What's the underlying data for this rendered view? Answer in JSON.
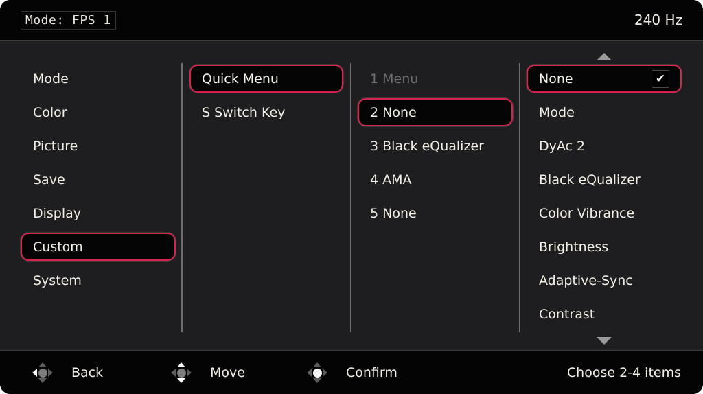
{
  "colors": {
    "accent": "#d5234d"
  },
  "header": {
    "title": "Mode: FPS 1",
    "refresh_rate": "240 Hz"
  },
  "columns": {
    "menu": {
      "items": [
        {
          "label": "Mode"
        },
        {
          "label": "Color"
        },
        {
          "label": "Picture"
        },
        {
          "label": "Save"
        },
        {
          "label": "Display"
        },
        {
          "label": "Custom",
          "selected": true
        },
        {
          "label": "System"
        }
      ]
    },
    "submenu": {
      "items": [
        {
          "label": "Quick Menu",
          "selected": true
        },
        {
          "label": "S Switch Key"
        }
      ]
    },
    "slots": {
      "items": [
        {
          "label": "1 Menu",
          "disabled": true
        },
        {
          "label": "2 None",
          "selected": true
        },
        {
          "label": "3 Black eQualizer"
        },
        {
          "label": "4 AMA"
        },
        {
          "label": "5 None"
        }
      ]
    },
    "options": {
      "items": [
        {
          "label": "None",
          "selected": true,
          "checked": true
        },
        {
          "label": "Mode"
        },
        {
          "label": "DyAc 2"
        },
        {
          "label": "Black eQualizer"
        },
        {
          "label": "Color Vibrance"
        },
        {
          "label": "Brightness"
        },
        {
          "label": "Adaptive-Sync"
        },
        {
          "label": "Contrast"
        }
      ],
      "checkmark_glyph": "✔"
    }
  },
  "footer": {
    "back_label": "Back",
    "move_label": "Move",
    "confirm_label": "Confirm",
    "note": "Choose 2-4 items"
  }
}
